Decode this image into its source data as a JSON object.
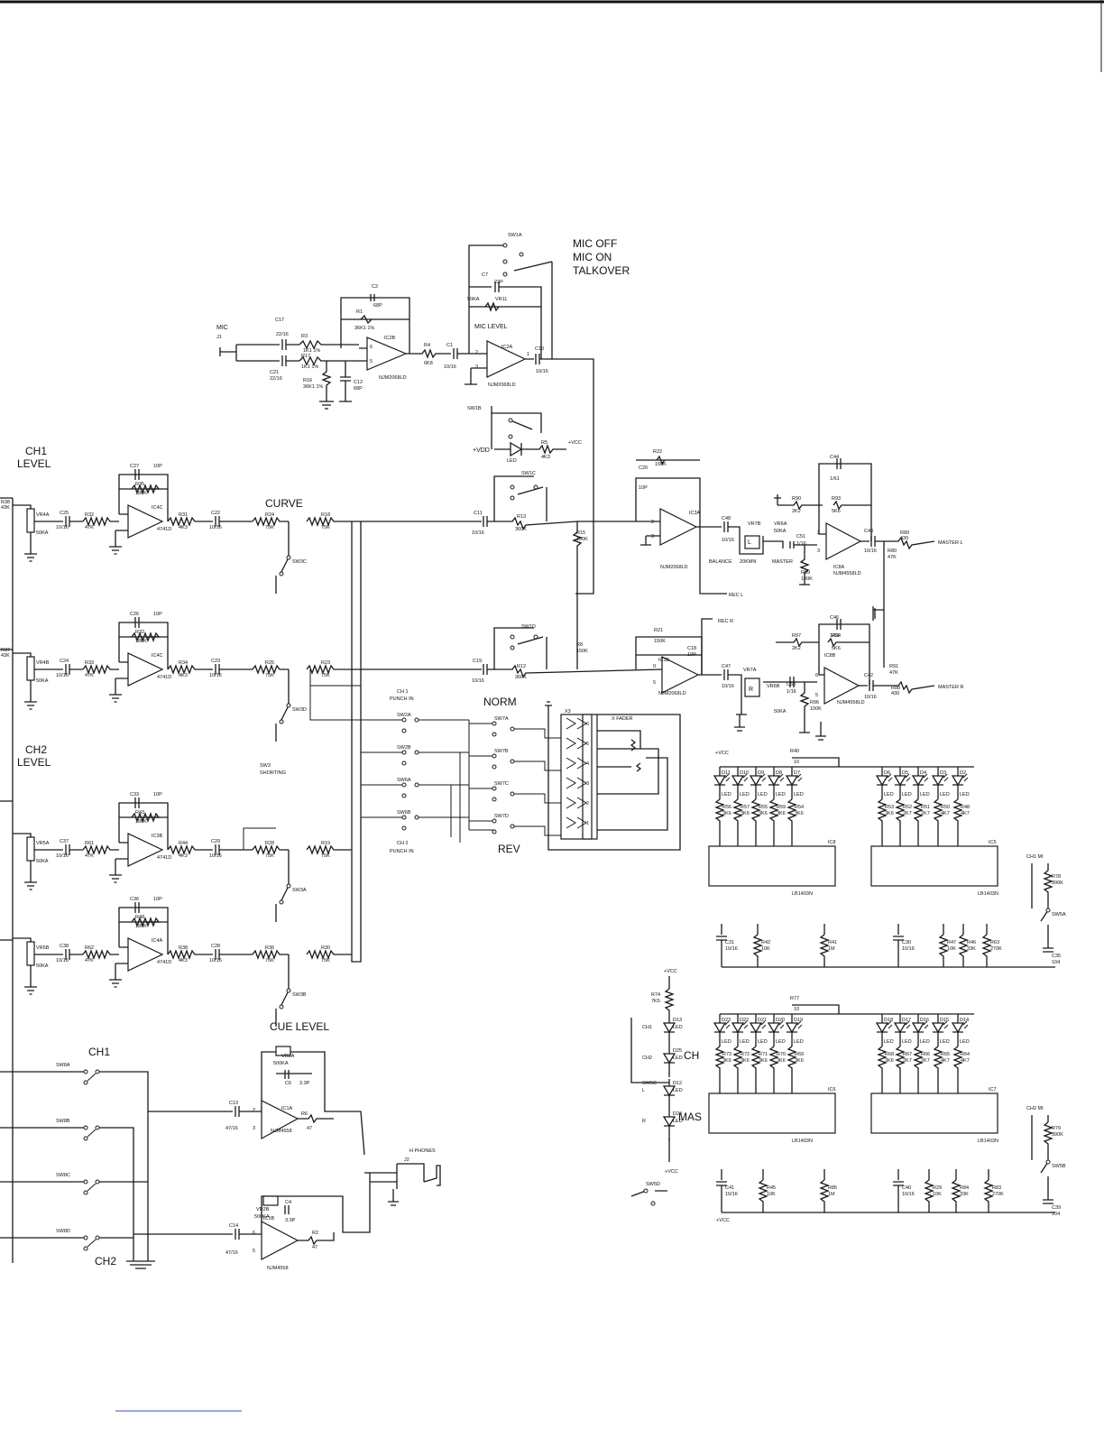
{
  "labels": {
    "mic_off": "MIC OFF",
    "mic_on": "MIC ON",
    "talkover": "TALKOVER",
    "mic": "MIC",
    "mic_level": "MIC LEVEL",
    "ch1_level_1": "CH1",
    "ch1_level_2": "LEVEL",
    "ch2_level_1": "CH2",
    "ch2_level_2": "LEVEL",
    "curve": "CURVE",
    "norm": "NORM",
    "rev": "REV",
    "x_fader": "X FADER",
    "ch1_punch_1": "CH 1",
    "ch1_punch_2": "PUNCH IN",
    "ch2_punch_1": "CH 2",
    "ch2_punch_2": "PUNCH IN",
    "sw3_1": "SW3",
    "sw3_2": "SHORTING",
    "balance": "BALANCE",
    "master": "MASTER",
    "l": "L",
    "r": "R",
    "master_l": "MASTER L",
    "master_r": "MASTER R",
    "rec_l": "REC L",
    "rec_r": "REC R",
    "cue_level": "CUE LEVEL",
    "ch1_cue": "CH1",
    "ch2_cue": "CH2",
    "h_phones": "H PHONES",
    "ch": "CH",
    "mas": "MAS",
    "vcc": "+VCC",
    "vdd": "+VDD",
    "ch1_mi": "CH1 MI",
    "ch2_mi": "CH2 MI"
  },
  "components": {
    "mic_stage": {
      "j1": "J1",
      "c17": "C17",
      "c17v": "22/16",
      "r3": "R3",
      "r3v": "1K1 1%",
      "c21": "C21",
      "c21v": "22/16",
      "r17": "R17",
      "r17v": "1K1 1%",
      "r16": "R16",
      "r16v": "36K1 1%",
      "r1": "R1",
      "r1v": "36K1 1%",
      "c2": "C2",
      "c2v": "68P",
      "c12": "C12",
      "c12v": "68P",
      "ic2b": "IC2B",
      "ic2bp": "NJM2068LD",
      "r4": "R4",
      "r4v": "6K8",
      "c1": "C1",
      "c1v": "10/16",
      "ic2a": "IC2A",
      "ic2ap": "NJM2068LD",
      "c7": "C7",
      "c7v": "22P",
      "vr11": "VR11",
      "vr11v": "50KA",
      "c10": "C10",
      "c10v": "10/16",
      "sw1a": "SW1A",
      "sw1b": "SW1B",
      "led": "LED",
      "r5": "R5",
      "r5v": "4K3"
    },
    "channels": [
      {
        "vr": "VR4A",
        "vrv": "50KA",
        "c": "C25",
        "cv": "10/16",
        "r": "R32",
        "rv": "47K",
        "cf": "C27",
        "cfv": "10P",
        "rf": "R35",
        "rfv": "180K",
        "ic": "IC4C",
        "icp": "4741D",
        "ro": "R31",
        "rov": "4K3",
        "co": "C22",
        "cov": "10/16",
        "rx": "R24",
        "rxv": "75K",
        "ry": "R18",
        "ryv": "75K",
        "sw": "SW3C",
        "rin": "R38",
        "rinv": "43K"
      },
      {
        "vr": "VR4B",
        "vrv": "50KA",
        "c": "C24",
        "cv": "10/16",
        "r": "R33",
        "rv": "47K",
        "cf": "C26",
        "cfv": "10P",
        "rf": "R32",
        "rfv": "180K",
        "ic": "IC4C",
        "icp": "4741D",
        "ro": "R34",
        "rov": "4K3",
        "co": "C23",
        "cov": "10/16",
        "rx": "R25",
        "rxv": "75K",
        "ry": "R23",
        "ryv": "75K",
        "sw": "SW3D",
        "rin": "R37",
        "rinv": "43K"
      },
      {
        "vr": "VR5A",
        "vrv": "50KA",
        "c": "C37",
        "cv": "10/16",
        "r": "R61",
        "rv": "47K",
        "cf": "C33",
        "cfv": "10P",
        "rf": "R43",
        "rfv": "180K",
        "ic": "IC3B",
        "icp": "4741D",
        "ro": "R44",
        "rov": "4K3",
        "co": "C29",
        "cov": "10/16",
        "rx": "R28",
        "rxv": "75K",
        "ry": "R19",
        "ryv": "75K",
        "sw": "SW3A",
        "rin": "",
        "rinv": ""
      },
      {
        "vr": "VR5B",
        "vrv": "50KA",
        "c": "C38",
        "cv": "10/16",
        "r": "R62",
        "rv": "47K",
        "cf": "C36",
        "cfv": "10P",
        "rf": "R48",
        "rfv": "180K",
        "ic": "IC4A",
        "icp": "4741D",
        "ro": "R38",
        "rov": "4K3",
        "co": "C28",
        "cov": "10/16",
        "rx": "R36",
        "rxv": "75K",
        "ry": "R30",
        "ryv": "75K",
        "sw": "SW3B",
        "rin": "",
        "rinv": ""
      }
    ],
    "mix": {
      "c11": "C11",
      "c11v": "10/16",
      "r13": "R13",
      "r13v": "360K",
      "r15": "R15",
      "r15v": "150K",
      "sw1c": "SW1C",
      "sw1d": "SW1D",
      "c19": "C19",
      "c19v": "10/16",
      "r12": "R12",
      "r12v": "360K",
      "r8": "R8",
      "r8v": "150K",
      "r22": "R22",
      "r22v": "150K",
      "c20": "C20",
      "c20v": "10P",
      "ic3a": "IC3A",
      "ic3ap": "NJM2068LD",
      "r21": "R21",
      "r21v": "150K",
      "c18": "C18",
      "c18v": "10P",
      "ic3b": "IC3B",
      "ic3bp": "NJM2068LD"
    },
    "crossfader": {
      "sw7a": "SW7A",
      "sw7b": "SW7B",
      "sw7c": "SW7C",
      "sw7d": "SW7D",
      "sw2a": "SW2A",
      "sw2b": "SW2B",
      "sw6a": "SW6A",
      "sw6b": "SW6B",
      "x3": "X3",
      "pins": [
        "6",
        "5",
        "4",
        "3",
        "2",
        "1"
      ]
    },
    "master": {
      "c48": "C48",
      "c48v": "10/16",
      "vr7b": "VR7B",
      "vr7bv": "20KMN",
      "vr6a": "VR6A",
      "vr6av": "50KA",
      "c51": "C51",
      "c51v": "1/16",
      "r90": "R90",
      "r90v": "2K2",
      "r93": "R93",
      "r93v": "5K6",
      "c44": "C44",
      "c44v": "1/61",
      "ic8a": "IC8A",
      "ic8ap": "NJM4558LD",
      "c43": "C43",
      "c43v": "10/16",
      "r89": "R89",
      "r89v": "430",
      "r80": "R80",
      "r80v": "47K",
      "r99": "R99",
      "r99v": "100K",
      "c47": "C47",
      "c47v": "10/16",
      "vr7a": "VR7A",
      "vr6b": "VR6B",
      "vr6bv": "50KA",
      "c50": "C50",
      "c50v": "1/16",
      "r97": "R97",
      "r97v": "2K2",
      "r94": "R94",
      "r94v": "5K6",
      "c46": "C46",
      "c46v": "1/61",
      "ic8b": "IC8B",
      "ic8bp": "NJM4558LD",
      "c42": "C42",
      "c42v": "10/16",
      "r88": "R88",
      "r88v": "430",
      "r91": "R91",
      "r91v": "47K",
      "r96": "R96",
      "r96v": "100K"
    },
    "meters": {
      "r40": "R40",
      "r40v": "10",
      "r77": "R77",
      "r77v": "10",
      "ic8": "IC8",
      "ic5": "IC5",
      "ic6": "IC6",
      "ic7": "IC7",
      "part": "LB1403N",
      "led": "LED",
      "row1_d": [
        "D11",
        "D10",
        "D9",
        "D8",
        "D7",
        "D6",
        "D5",
        "D4",
        "D3",
        "D2"
      ],
      "row1_r": [
        "R56",
        "R57",
        "R55",
        "R59",
        "R54",
        "R53",
        "R52",
        "R51",
        "R50",
        "R48"
      ],
      "row1_v": [
        "3K6",
        "3K6",
        "3K6",
        "3K6",
        "3K6",
        "3K6",
        "2K7",
        "2K7",
        "4K7",
        "4K7"
      ],
      "row2_d": [
        "D23",
        "D22",
        "D21",
        "D20",
        "D19",
        "D18",
        "D17",
        "D16",
        "D15",
        "D14"
      ],
      "row2_r": [
        "R73",
        "R72",
        "R71",
        "R70",
        "R69",
        "R68",
        "R67",
        "R66",
        "R65",
        "R64"
      ],
      "row2_v": [
        "3K6",
        "3K6",
        "3K6",
        "3K6",
        "3K6",
        "3K6",
        "2K7",
        "2K7",
        "4K7",
        "4K7"
      ],
      "c31": "C31",
      "c31v": "10/16",
      "r42": "R42",
      "r42v": "10K",
      "r41": "R41",
      "r41v": "1M",
      "c30": "C30",
      "c30v": "10/16",
      "r47": "R47",
      "r47v": "10K",
      "r46": "R46",
      "r46v": "33K",
      "r63": "R63",
      "r63v": "270K",
      "r78": "R78",
      "r78v": "390K",
      "sw5a": "SW5A",
      "c35": "C35",
      "c35v": "104",
      "c41": "C41",
      "c41v": "10/16",
      "r45": "R45",
      "r45v": "10K",
      "r85": "R85",
      "r85v": "1M",
      "c40": "C40",
      "c40v": "10/16",
      "r29": "R29",
      "r29v": "10K",
      "r84": "R84",
      "r84v": "33K",
      "r83": "R83",
      "r83v": "270K",
      "r79": "R79",
      "r79v": "390K",
      "sw5b": "SW5B",
      "c39": "C39",
      "c39v": "104",
      "r74": "R74",
      "r74v": "7K5",
      "d13": "D13",
      "d25": "D25",
      "d12": "D12",
      "d24": "D24",
      "sw5c": "SW5C",
      "sw5d": "SW5D",
      "ch1": "CH1",
      "ch2": "CH2"
    },
    "cue": {
      "sw8a": "SW8A",
      "sw8b": "SW8B",
      "sw8c": "SW8C",
      "sw8d": "SW8D",
      "vr2a": "VR2A",
      "vr2av": "500KA",
      "c6": "C6",
      "c6v": "3.3P",
      "c13": "C13",
      "c13v": "47/16",
      "ic1a": "IC1A",
      "ic1ap": "NJM4558",
      "r6": "R6",
      "r6v": "47",
      "vr2b": "VR2B",
      "vr2bv": "500KA",
      "c4": "C4",
      "c4v": "3.3P",
      "c14": "C14",
      "c14v": "47/16",
      "ic1b": "IC1B",
      "ic1bp": "NJM4558",
      "r2": "R2",
      "r2v": "47",
      "j2": "J2"
    }
  }
}
